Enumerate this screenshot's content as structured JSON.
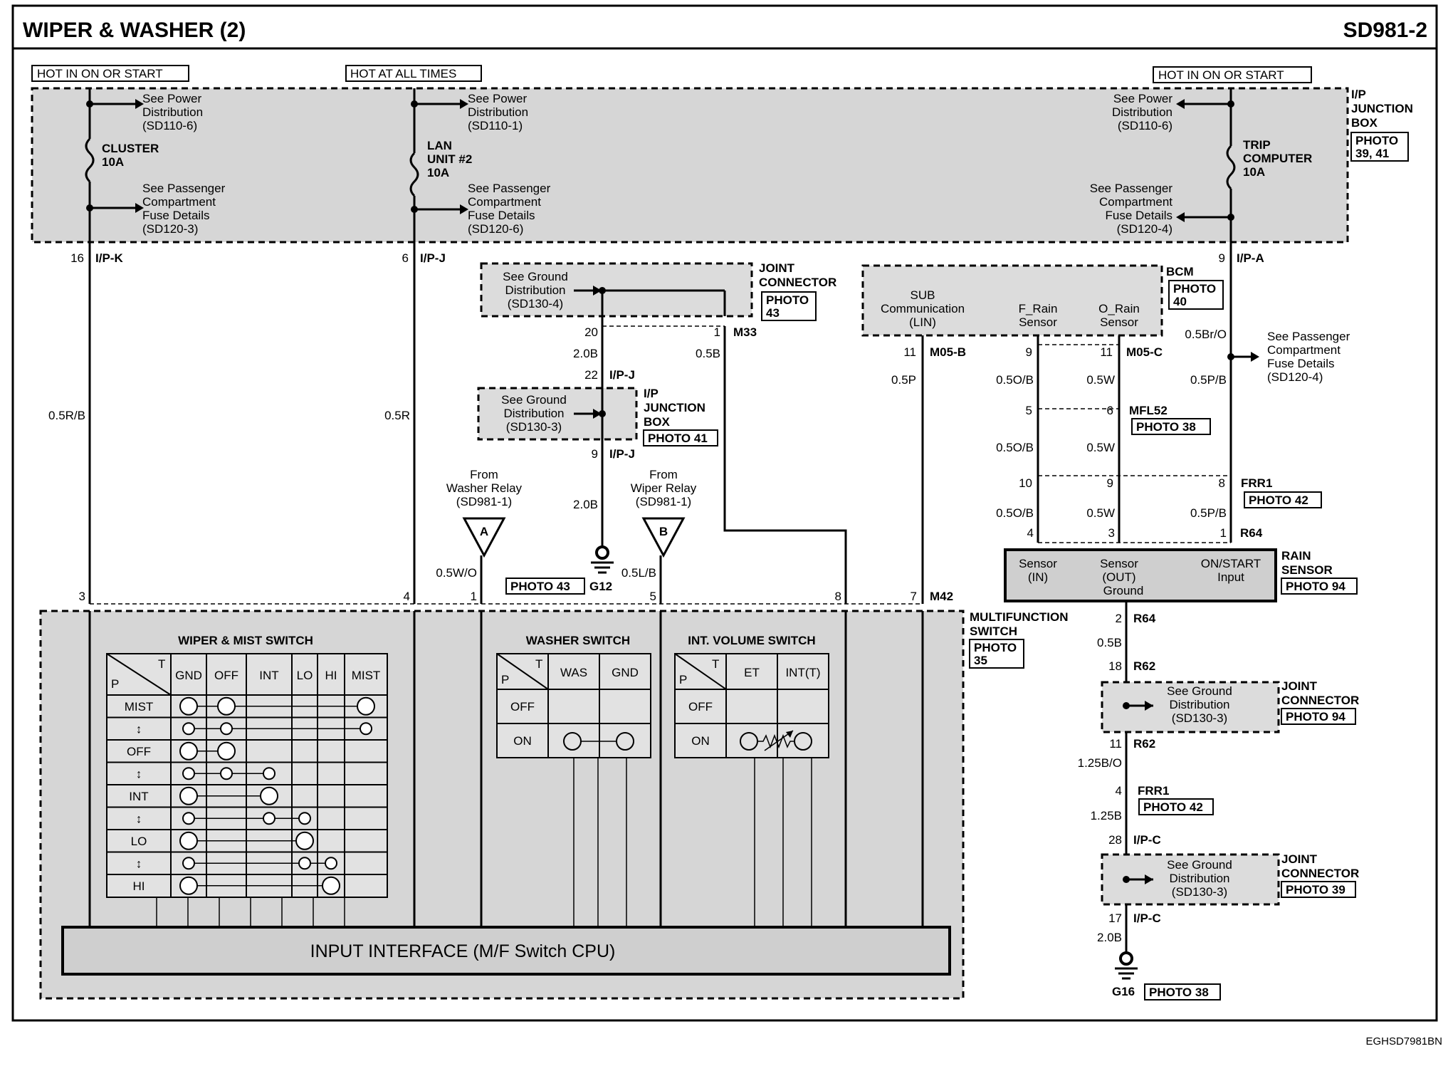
{
  "header": {
    "title": "WIPER & WASHER (2)",
    "code": "SD981-2",
    "footer_code": "EGHSD7981BN"
  },
  "power": {
    "hot_left": "HOT IN ON OR START",
    "hot_mid": "HOT AT ALL TIMES",
    "hot_right": "HOT IN ON OR START",
    "ip_jb": [
      "I/P",
      "JUNCTION",
      "BOX"
    ],
    "ip_jb_photo": [
      "PHOTO",
      "39, 41"
    ],
    "fuse_left": [
      "CLUSTER",
      "10A"
    ],
    "fuse_mid": [
      "LAN",
      "UNIT #2",
      "10A"
    ],
    "fuse_right": [
      "TRIP",
      "COMPUTER",
      "10A"
    ],
    "see_pd_left": [
      "See Power",
      "Distribution",
      "(SD110-6)"
    ],
    "see_pd_mid": [
      "See Power",
      "Distribution",
      "(SD110-1)"
    ],
    "see_pd_right": [
      "See Power",
      "Distribution",
      "(SD110-6)"
    ],
    "see_fuse_left": [
      "See Passenger",
      "Compartment",
      "Fuse Details",
      "(SD120-3)"
    ],
    "see_fuse_mid": [
      "See Passenger",
      "Compartment",
      "Fuse Details",
      "(SD120-6)"
    ],
    "see_fuse_right": [
      "See Passenger",
      "Compartment",
      "Fuse Details",
      "(SD120-4)"
    ]
  },
  "pins": {
    "p16": "16",
    "ipk": "I/P-K",
    "p6": "6",
    "ipj": "I/P-J",
    "p9": "9",
    "ipa": "I/P-A",
    "w_left": "0.5R/B",
    "w_mid": "0.5R"
  },
  "joint_top": {
    "label": [
      "JOINT",
      "CONNECTOR"
    ],
    "photo": [
      "PHOTO",
      "43"
    ],
    "see": [
      "See Ground",
      "Distribution",
      "(SD130-4)"
    ],
    "p20": "20",
    "p1": "1",
    "m33": "M33",
    "w1": "2.0B",
    "w2": "0.5B",
    "p22": "22",
    "ipj": "I/P-J"
  },
  "ipjb2": {
    "label": [
      "I/P",
      "JUNCTION",
      "BOX"
    ],
    "photo": "PHOTO 41",
    "see": [
      "See Ground",
      "Distribution",
      "(SD130-3)"
    ],
    "p9": "9",
    "ipj": "I/P-J",
    "w": "2.0B"
  },
  "g12": {
    "label": "G12",
    "photo": "PHOTO 43"
  },
  "relays": {
    "a_from": [
      "From",
      "Washer Relay",
      "(SD981-1)"
    ],
    "a_letter": "A",
    "b_from": [
      "From",
      "Wiper Relay",
      "(SD981-1)"
    ],
    "b_letter": "B",
    "wa": "0.5W/O",
    "wb": "0.5L/B"
  },
  "bcm": {
    "label": "BCM",
    "photo": [
      "PHOTO",
      "40"
    ],
    "sub": [
      "SUB",
      "Communication",
      "(LIN)"
    ],
    "frain": [
      "F_Rain",
      "Sensor"
    ],
    "orain": [
      "O_Rain",
      "Sensor"
    ],
    "p11a": "11",
    "m05b": "M05-B",
    "p9": "9",
    "p11b": "11",
    "m05c": "M05-C",
    "w_sub": "0.5P"
  },
  "rain_wires": {
    "w1": "0.5O/B",
    "w2": "0.5W",
    "w3": "0.5Br/O",
    "w4": "0.5P/B",
    "see": [
      "See Passenger",
      "Compartment",
      "Fuse Details",
      "(SD120-4)"
    ],
    "p5": "5",
    "p6": "6",
    "mfl52": "MFL52",
    "mfl_photo": "PHOTO 38",
    "w5": "0.5O/B",
    "w6": "0.5W",
    "p10": "10",
    "p9": "9",
    "p8": "8",
    "frr1": "FRR1",
    "frr_photo": "PHOTO 42",
    "w7": "0.5O/B",
    "w8": "0.5W",
    "w9": "0.5P/B",
    "p4": "4",
    "p3": "3",
    "p1": "1",
    "r64": "R64"
  },
  "rain_sensor": {
    "label": [
      "RAIN",
      "SENSOR"
    ],
    "photo": "PHOTO 94",
    "in": [
      "Sensor",
      "(IN)"
    ],
    "out": [
      "Sensor",
      "(OUT)",
      "Ground"
    ],
    "on": [
      "ON/START",
      "Input"
    ]
  },
  "ground_chain": {
    "p2": "2",
    "r64": "R64",
    "w1": "0.5B",
    "p18": "18",
    "r62": "R62",
    "jc1": [
      "JOINT",
      "CONNECTOR"
    ],
    "jc1_photo": "PHOTO 94",
    "see1": [
      "See Ground",
      "Distribution",
      "(SD130-3)"
    ],
    "p11": "11",
    "r62b": "R62",
    "w2": "1.25B/O",
    "p4": "4",
    "frr1": "FRR1",
    "frr_photo": "PHOTO 42",
    "w3": "1.25B",
    "p28": "28",
    "ipc": "I/P-C",
    "jc2": [
      "JOINT",
      "CONNECTOR"
    ],
    "jc2_photo": "PHOTO 39",
    "see2": [
      "See Ground",
      "Distribution",
      "(SD130-3)"
    ],
    "p17": "17",
    "ipc2": "I/P-C",
    "w4": "2.0B",
    "g16": "G16",
    "g16_photo": "PHOTO 38"
  },
  "mfs": {
    "label": [
      "MULTIFUNCTION",
      "SWITCH"
    ],
    "photo": [
      "PHOTO",
      "35"
    ],
    "pins": [
      "3",
      "4",
      "1",
      "5",
      "8",
      "7"
    ],
    "m42": "M42",
    "cpu": "INPUT INTERFACE (M/F Switch CPU)"
  },
  "wiper_switch": {
    "title": "WIPER & MIST SWITCH",
    "t": "T",
    "p": "P",
    "cols": [
      "GND",
      "OFF",
      "INT",
      "LO",
      "HI",
      "MIST"
    ],
    "rows": [
      "MIST",
      "",
      "OFF",
      "",
      "INT",
      "",
      "LO",
      "",
      "HI"
    ]
  },
  "washer_switch": {
    "title": "WASHER SWITCH",
    "t": "T",
    "p": "P",
    "cols": [
      "WAS",
      "GND"
    ],
    "rows": [
      "OFF",
      "ON"
    ]
  },
  "volume_switch": {
    "title": "INT. VOLUME SWITCH",
    "t": "T",
    "p": "P",
    "cols": [
      "ET",
      "INT(T)"
    ],
    "rows": [
      "OFF",
      "ON"
    ]
  }
}
